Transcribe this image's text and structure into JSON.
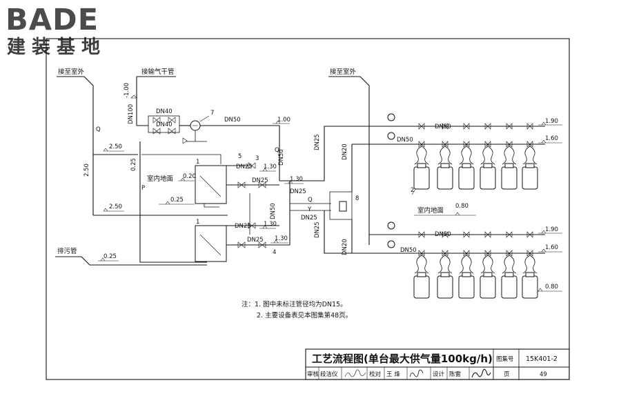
{
  "logo": {
    "latin": "BADE",
    "cjk": "建装基地"
  },
  "labels": {
    "outdoor_left": "接至室外",
    "gas_main": "接输气干管",
    "outdoor_right": "接至室外",
    "drain": "排污管",
    "indoor_floor_left": "室内地面",
    "indoor_floor_right": "室内地面",
    "q": "Q",
    "p": "P",
    "y": "Y"
  },
  "pipe_sizes": {
    "dn100": "DN100",
    "dn40_top": "DN40",
    "dn40_bottom": "DN40",
    "dn50_main": "DN50",
    "dn50_vertical": "DN50",
    "dn50_small": "DN50",
    "dn25_a": "DN25",
    "dn25_b": "DN25",
    "dn25_c": "DN25",
    "dn25_d": "DN25",
    "dn25_q": "DN25",
    "dn25_y": "DN25",
    "dn25_r1": "DN25",
    "dn25_r2": "DN25",
    "dn20_r1": "DN20",
    "dn20_r2": "DN20",
    "dn50_r1": "DN50",
    "dn50_r2": "DN50",
    "dn50_r3": "DN50",
    "dn50_r4": "DN50"
  },
  "elevations": {
    "e_m100": "-1.00",
    "e_250_a": "2.50",
    "e_250_b": "2.50",
    "e_250_c": "2.50",
    "e_025_a": "0.25",
    "e_025_b": "0.25",
    "e_025_c": "0.25",
    "e_020": "0.20",
    "e_100": "1.00",
    "e_130_a": "1.30",
    "e_130_b": "1.30",
    "e_130_c": "1.30",
    "e_130_d": "1.30",
    "e_190_a": "1.90",
    "e_160_a": "1.60",
    "e_190_b": "1.90",
    "e_160_b": "1.60",
    "e_080_a": "0.80",
    "e_080_b": "0.80"
  },
  "callouts": {
    "c1_top": "1",
    "c1_bottom": "1",
    "c2": "2",
    "c3": "3",
    "c4": "4",
    "c5": "5",
    "c7": "7",
    "c8": "8"
  },
  "notes": {
    "note1": "注：1. 图中未标注管径均为DN15。",
    "note2": "2. 主要设备表见本图集第48页。"
  },
  "title_block": {
    "title": "工艺流程图(单台最大供气量100kg/h)",
    "atlas_label": "图集号",
    "atlas_value": "15K401-2",
    "review_label": "审核",
    "review_name": "段洁仪",
    "review_sign": "段洁仪",
    "check_label": "校对",
    "check_name": "王 烽",
    "check_sign": "王烽",
    "design_label": "设计",
    "design_name": "陈雷",
    "design_sign": "陈雷",
    "page_label": "页",
    "page_value": "49"
  }
}
